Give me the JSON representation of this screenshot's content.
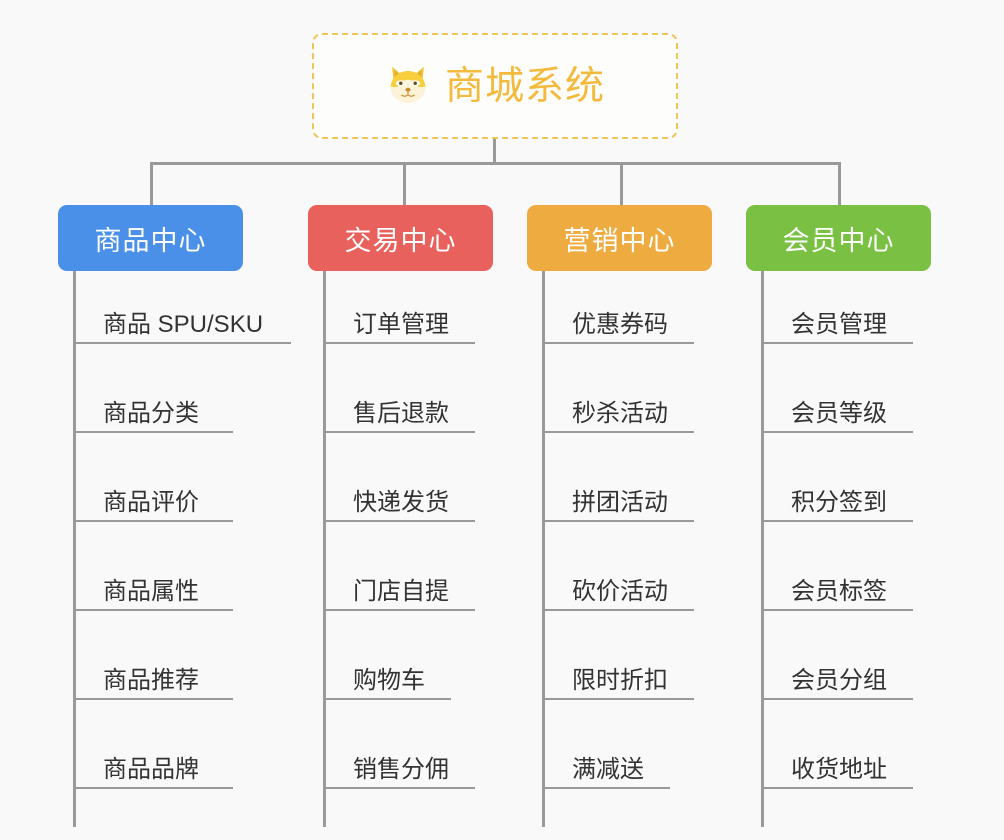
{
  "root": {
    "title": "商城系统",
    "icon": "shiba-inu-dog-face-icon",
    "border_color": "#f0c45a",
    "text_color": "#f3ba3c"
  },
  "connector_color": "#999999",
  "background_color": "#f9f9f9",
  "branches": [
    {
      "id": "product-center",
      "label": "商品中心",
      "color": "#4a90e8",
      "items": [
        "商品 SPU/SKU",
        "商品分类",
        "商品评价",
        "商品属性",
        "商品推荐",
        "商品品牌"
      ]
    },
    {
      "id": "trade-center",
      "label": "交易中心",
      "color": "#e8615c",
      "items": [
        "订单管理",
        "售后退款",
        "快递发货",
        "门店自提",
        "购物车",
        "销售分佣"
      ]
    },
    {
      "id": "marketing-center",
      "label": "营销中心",
      "color": "#eeab3f",
      "items": [
        "优惠券码",
        "秒杀活动",
        "拼团活动",
        "砍价活动",
        "限时折扣",
        "满减送"
      ]
    },
    {
      "id": "member-center",
      "label": "会员中心",
      "color": "#7ac143",
      "items": [
        "会员管理",
        "会员等级",
        "积分签到",
        "会员标签",
        "会员分组",
        "收货地址"
      ]
    }
  ]
}
